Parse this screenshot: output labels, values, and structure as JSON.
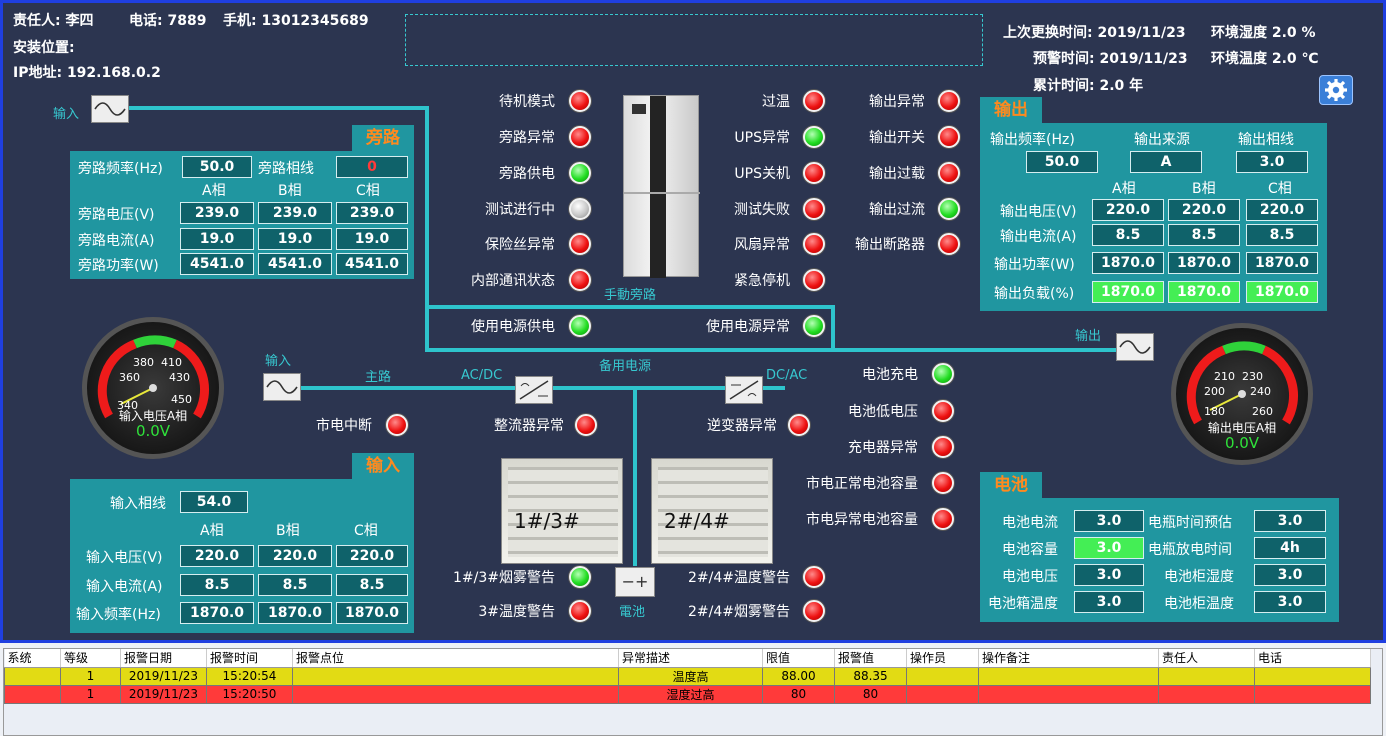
{
  "header": {
    "owner": "责任人: 李四",
    "phone": "电话: 7889",
    "mobile": "手机: 13012345689",
    "install": "安装位置:",
    "ip": "IP地址: 192.168.0.2",
    "last_change": "上次更换时间: 2019/11/23",
    "env_humidity": "环境湿度  2.0 %",
    "alarm_time": "预警时间: 2019/11/23",
    "env_temp": "环境温度  2.0 ℃",
    "cum_time": "累计时间: 2.0 年"
  },
  "bypass": {
    "title": "旁路",
    "freq_label": "旁路频率(Hz)",
    "freq": "50.0",
    "phase_label": "旁路相线",
    "phase": "0",
    "cols": [
      "A相",
      "B相",
      "C相"
    ],
    "rows": [
      {
        "label": "旁路电压(V)",
        "values": [
          "239.0",
          "239.0",
          "239.0"
        ]
      },
      {
        "label": "旁路电流(A)",
        "values": [
          "19.0",
          "19.0",
          "19.0"
        ]
      },
      {
        "label": "旁路功率(W)",
        "values": [
          "4541.0",
          "4541.0",
          "4541.0"
        ]
      }
    ]
  },
  "output": {
    "title": "输出",
    "h1": "输出频率(Hz)",
    "h2": "输出来源",
    "h3": "输出相线",
    "v1": "50.0",
    "v2": "A",
    "v3": "3.0",
    "cols": [
      "A相",
      "B相",
      "C相"
    ],
    "rows": [
      {
        "label": "输出电压(V)",
        "values": [
          "220.0",
          "220.0",
          "220.0"
        ]
      },
      {
        "label": "输出电流(A)",
        "values": [
          "8.5",
          "8.5",
          "8.5"
        ]
      },
      {
        "label": "输出功率(W)",
        "values": [
          "1870.0",
          "1870.0",
          "1870.0"
        ]
      },
      {
        "label": "输出负载(%)",
        "values": [
          "1870.0",
          "1870.0",
          "1870.0"
        ]
      }
    ]
  },
  "input": {
    "title": "输入",
    "phase_label": "输入相线",
    "phase": "54.0",
    "cols": [
      "A相",
      "B相",
      "C相"
    ],
    "rows": [
      {
        "label": "输入电压(V)",
        "values": [
          "220.0",
          "220.0",
          "220.0"
        ]
      },
      {
        "label": "输入电流(A)",
        "values": [
          "8.5",
          "8.5",
          "8.5"
        ]
      },
      {
        "label": "输入频率(Hz)",
        "values": [
          "1870.0",
          "1870.0",
          "1870.0"
        ]
      }
    ]
  },
  "battery": {
    "title": "电池",
    "rows": [
      {
        "l1": "电池电流",
        "v1": "3.0",
        "l2": "电瓶时间预估",
        "v2": "3.0"
      },
      {
        "l1": "电池容量",
        "v1": "3.0",
        "l2": "电瓶放电时间",
        "v2": "4h"
      },
      {
        "l1": "电池电压",
        "v1": "3.0",
        "l2": "电池柜湿度",
        "v2": "3.0"
      },
      {
        "l1": "电池箱温度",
        "v1": "3.0",
        "l2": "电池柜温度",
        "v2": "3.0"
      }
    ]
  },
  "status": {
    "standby": "待机模式",
    "bypass_fault": "旁路异常",
    "bypass_supply": "旁路供电",
    "testing": "测试进行中",
    "fuse_fault": "保险丝异常",
    "comm_status": "内部通讯状态",
    "overtemp": "过温",
    "ups_fault": "UPS异常",
    "ups_off": "UPS关机",
    "test_fail": "测试失败",
    "fan_fault": "风扇异常",
    "emergency_stop": "紧急停机",
    "out_fault": "输出异常",
    "out_switch": "输出开关",
    "out_overload": "输出过载",
    "out_overcurrent": "输出过流",
    "out_breaker": "输出断路器",
    "use_supply": "使用电源供电",
    "use_fault": "使用电源异常",
    "mains_off": "市电中断",
    "rectifier_fault": "整流器异常",
    "inverter_fault": "逆变器异常",
    "bat_charge": "电池充电",
    "bat_low": "电池低电压",
    "charger_fault": "充电器异常",
    "mains_normal_cap": "市电正常电池容量",
    "mains_fault_cap": "市电异常电池容量",
    "smoke13": "1#/3#烟雾警告",
    "temp3": "3#温度警告",
    "temp24": "2#/4#温度警告",
    "smoke24": "2#/4#烟雾警告"
  },
  "diagram": {
    "input1": "输入",
    "manual_bypass": "手動旁路",
    "main": "主路",
    "acdc": "AC/DC",
    "dcac": "DC/AC",
    "backup": "备用电源",
    "input2": "输入",
    "output": "输出",
    "battery": "電池",
    "cab1": "1#/3#",
    "cab2": "2#/4#"
  },
  "gauges": {
    "left": {
      "ticks": [
        "340",
        "360",
        "380",
        "410",
        "430",
        "450"
      ],
      "label": "输入电压A相",
      "value": "0.0V"
    },
    "right": {
      "ticks": [
        "180",
        "200",
        "210",
        "230",
        "240",
        "260"
      ],
      "label": "输出电压A相",
      "value": "0.0V"
    }
  },
  "alarm_table": {
    "headers": [
      "系统",
      "等级",
      "报警日期",
      "报警时间",
      "报警点位",
      "异常描述",
      "限值",
      "报警值",
      "操作员",
      "操作备注",
      "责任人",
      "电话"
    ],
    "rows": [
      [
        "",
        "1",
        "2019/11/23",
        "15:20:54",
        "",
        "温度高",
        "88.00",
        "88.35",
        "",
        "",
        "",
        ""
      ],
      [
        "",
        "1",
        "2019/11/23",
        "15:20:50",
        "",
        "湿度过高",
        "80",
        "80",
        "",
        "",
        "",
        ""
      ]
    ]
  },
  "colors": {
    "panel": "#2096a0",
    "bg": "#2c3550",
    "led_red": "#ee1111",
    "led_green": "#22dd22",
    "alarm_yellow": "#e2db14",
    "alarm_red": "#ff3a3a"
  }
}
